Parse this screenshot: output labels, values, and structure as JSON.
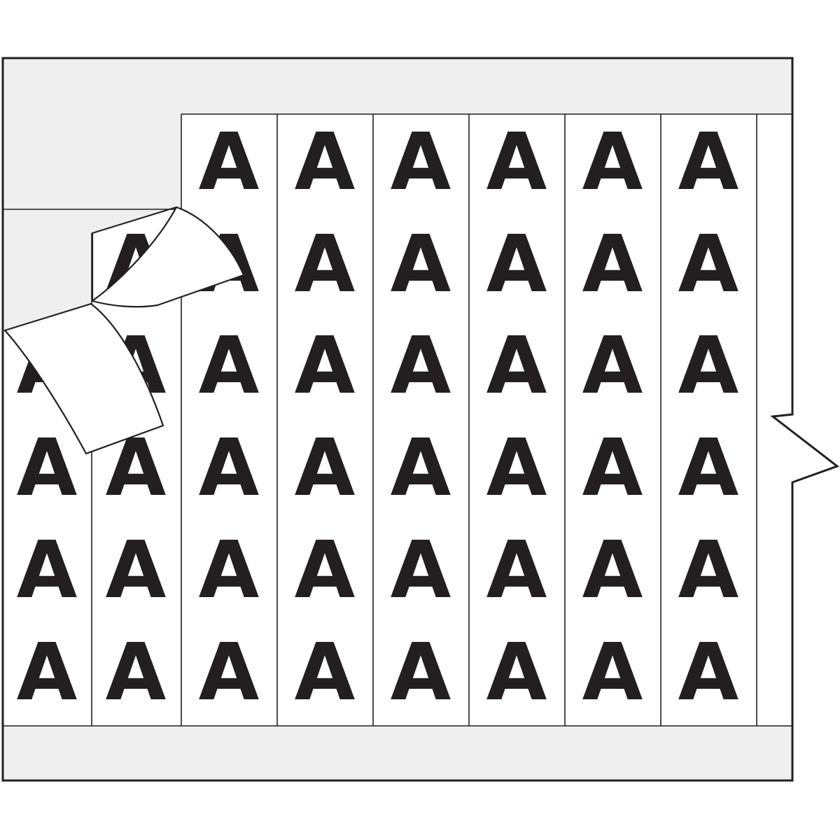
{
  "marker_card": {
    "legend": "A",
    "rows_per_full_column": 6,
    "peeled_labels_count": 2,
    "columns": [
      {
        "name": "column-1",
        "letter_rows": [
          3,
          4,
          5,
          6
        ]
      },
      {
        "name": "column-2",
        "letter_rows": [
          2,
          3,
          4,
          5,
          6
        ]
      },
      {
        "name": "column-3",
        "letter_rows": [
          1,
          2,
          3,
          4,
          5,
          6
        ]
      },
      {
        "name": "column-4",
        "letter_rows": [
          1,
          2,
          3,
          4,
          5,
          6
        ]
      },
      {
        "name": "column-5",
        "letter_rows": [
          1,
          2,
          3,
          4,
          5,
          6
        ]
      },
      {
        "name": "column-6",
        "letter_rows": [
          1,
          2,
          3,
          4,
          5,
          6
        ]
      },
      {
        "name": "column-7",
        "letter_rows": [
          1,
          2,
          3,
          4,
          5,
          6
        ]
      },
      {
        "name": "column-8",
        "letter_rows": [
          1,
          2,
          3,
          4,
          5,
          6
        ]
      },
      {
        "name": "column-9-edge-strip",
        "letter_rows": []
      }
    ],
    "colors": {
      "background": "#ffffff",
      "card_gray": "#efefef",
      "label_white": "#ffffff",
      "letter_black": "#231f20",
      "line": "#231f20"
    }
  }
}
